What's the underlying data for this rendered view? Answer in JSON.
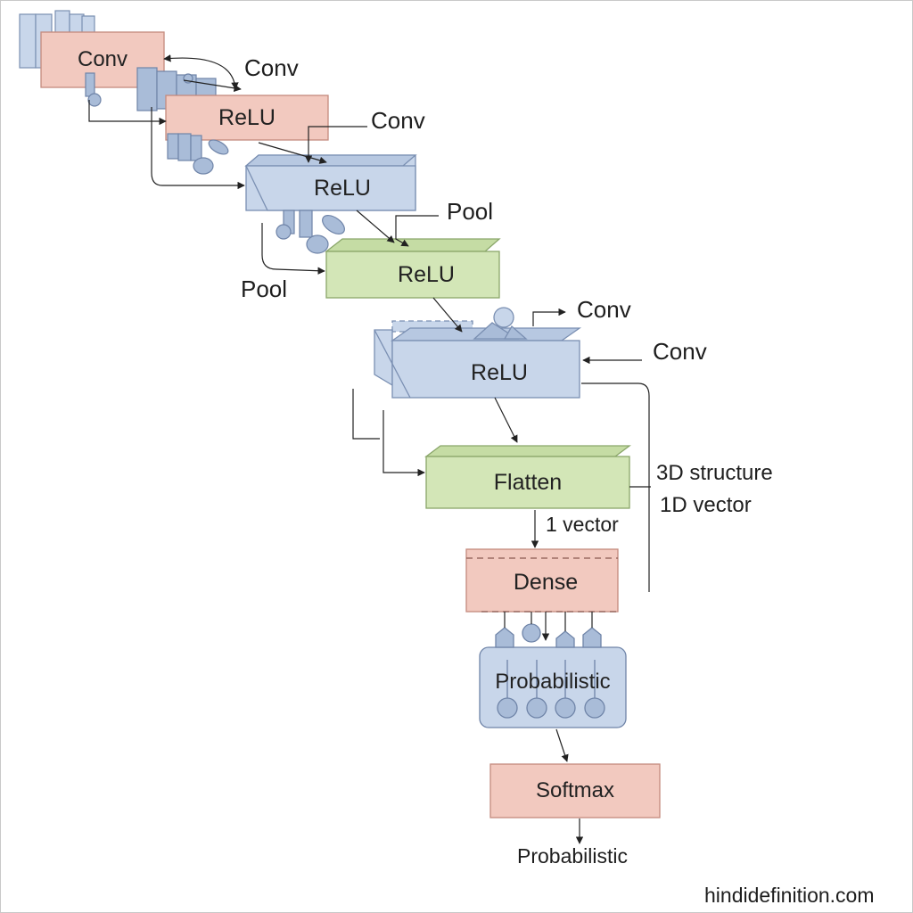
{
  "colors": {
    "conv_fill": "#f2c9bf",
    "conv_stroke": "#c48a7e",
    "relu_fill": "#c8d6ea",
    "relu_stroke": "#7a8fb2",
    "pool_fill": "#d3e6b7",
    "pool_stroke": "#8aa66a",
    "line": "#222222",
    "node_fill": "#a9bcd8"
  },
  "blocks": {
    "conv_top": "Conv",
    "relu_1": "ReLU",
    "relu_2": "ReLU",
    "relu_3": "ReLU",
    "relu_4": "ReLU",
    "flatten": "Flatten",
    "dense": "Dense",
    "probabilistic_block": "Probabilistic",
    "softmax": "Softmax"
  },
  "labels": {
    "conv_1": "Conv",
    "conv_2": "Conv",
    "pool_1": "Pool",
    "pool_2": "Pool",
    "conv_3": "Conv",
    "conv_4": "Conv",
    "structure_3d": "3D structure",
    "vector_1d": "1D vector",
    "vector_1": "1 vector",
    "output_probabilistic": "Probabilistic"
  },
  "watermark": "hindidefinition.com"
}
